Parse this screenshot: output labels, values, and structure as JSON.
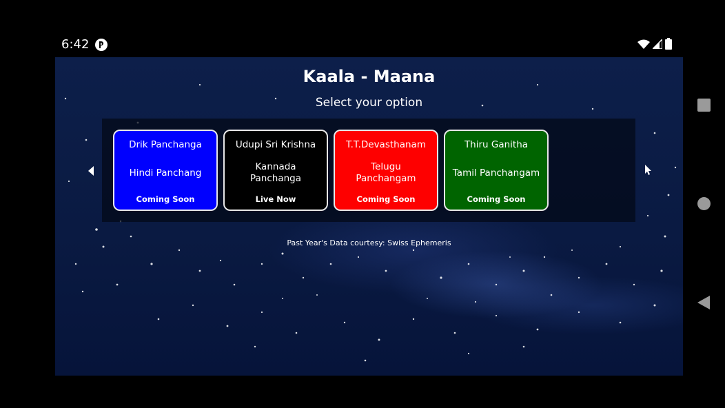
{
  "status_bar": {
    "time": "6:42",
    "notification_icon": "app-notification-icon",
    "icons": [
      "wifi-icon",
      "cellular-signal-icon",
      "battery-icon"
    ]
  },
  "app": {
    "title": "Kaala - Maana",
    "subtitle": "Select your option",
    "carousel": {
      "prev_icon": "chevron-left-icon",
      "next_icon": "chevron-right-icon",
      "cards": [
        {
          "title": "Drik Panchanga",
          "subtitle": "Hindi Panchang",
          "status": "Coming Soon",
          "bg_color": "#0000fe"
        },
        {
          "title": "Udupi Sri Krishna",
          "subtitle": "Kannada Panchanga",
          "status": "Live Now",
          "bg_color": "#000000"
        },
        {
          "title": "T.T.Devasthanam",
          "subtitle": "Telugu Panchangam",
          "status": "Coming Soon",
          "bg_color": "#fe0000"
        },
        {
          "title": "Thiru Ganitha",
          "subtitle": "Tamil Panchangam",
          "status": "Coming Soon",
          "bg_color": "#006400"
        }
      ]
    },
    "footer_credit": "Past Year's Data courtesy: Swiss Ephemeris"
  },
  "nav_bar": {
    "buttons": [
      "recents-square-icon",
      "home-circle-icon",
      "back-triangle-icon"
    ],
    "color": "#9a9a9a"
  }
}
